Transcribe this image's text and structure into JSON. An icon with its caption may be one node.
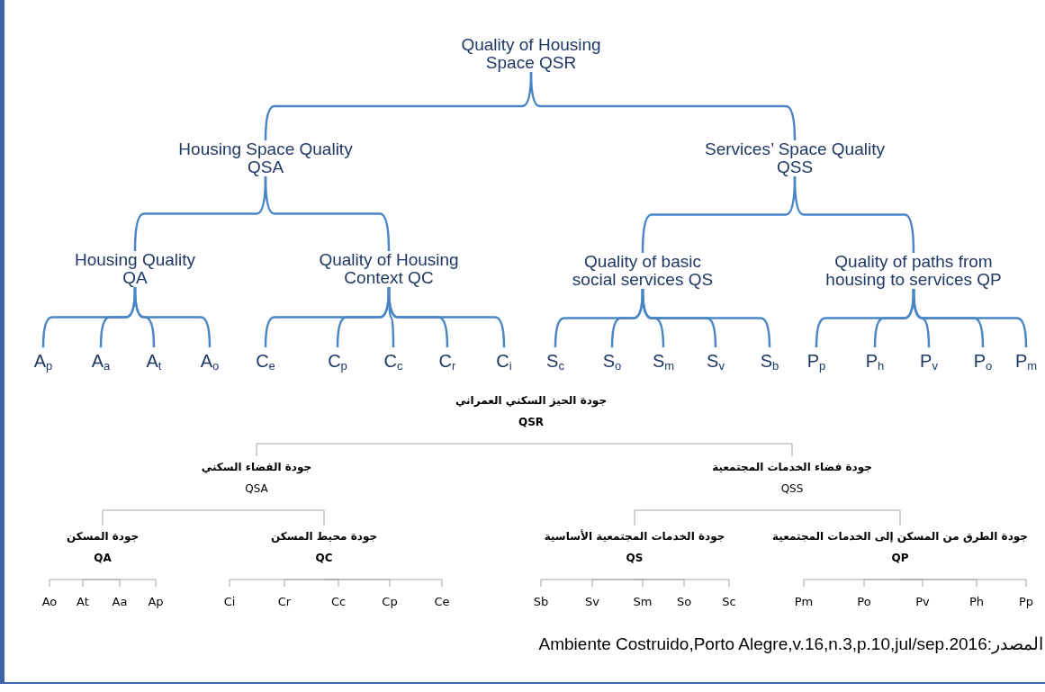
{
  "diagram": {
    "nodes": [
      {
        "text": [
          "Quality of Housing Space QSR"
        ]
      },
      {
        "text": [
          "Housing Space Quality QSA"
        ]
      },
      {
        "text": [
          "Services’ Space Quality QSS"
        ]
      },
      {
        "text": [
          "Housing Quality QA"
        ]
      },
      {
        "text": [
          "Quality of Housing Context QC"
        ]
      },
      {
        "text": [
          "Quality of basic social services QS"
        ]
      },
      {
        "text": [
          "Quality of paths from housing to services QP"
        ]
      },
      {
        "text": [
          "A$_{p}$"
        ]
      },
      {
        "text": [
          "A$_{a}$"
        ]
      },
      {
        "text": [
          "A$_{t}$"
        ]
      },
      {
        "text": [
          "A$_{o}$"
        ]
      },
      {
        "text": [
          "C$_{e}$"
        ]
      },
      {
        "text": [
          "C$_{p}$"
        ]
      },
      {
        "text": [
          "C$_{c}$"
        ]
      },
      {
        "text": [
          "C$_{r}$"
        ]
      },
      {
        "text": [
          "C$_{i}$"
        ]
      },
      {
        "text": [
          "S$_{c}$"
        ]
      },
      {
        "text": [
          "S$_{o}$"
        ]
      },
      {
        "text": [
          "S$_{m}$"
        ]
      },
      {
        "text": [
          "S$_{v}$"
        ]
      },
      {
        "text": [
          "S$_{b}$"
        ]
      },
      {
        "text": [
          "P$_{p}$"
        ]
      },
      {
        "text": [
          "P$_{h}$"
        ]
      },
      {
        "text": [
          "P$_{v}$"
        ]
      },
      {
        "text": [
          "P$_{o}$"
        ]
      },
      {
        "text": [
          "P$_{m}$"
        ]
      },
      {
        "text": [
          "جودة الحيز  السكني العمراني",
          "QSR"
        ]
      },
      {
        "text": [
          "جودة الفضاء السكني",
          "QSA"
        ]
      },
      {
        "text": [
          "جودة فضاء الخدمات المجتمعية",
          "QSS"
        ]
      },
      {
        "text": [
          "جودة المسكن",
          "QA"
        ]
      },
      {
        "text": [
          "جودة محيط المسكن",
          "QC"
        ]
      },
      {
        "text": [
          "جودة الخدمات المجتمعية الأساسية",
          "QS"
        ]
      },
      {
        "text": [
          "جودة الطرق من المسكن إلى الخدمات المجتمعية",
          "QP"
        ]
      },
      {
        "text": [
          "Ao"
        ]
      },
      {
        "text": [
          "At"
        ]
      },
      {
        "text": [
          "Aa"
        ]
      },
      {
        "text": [
          "Ap"
        ]
      },
      {
        "text": [
          "Ci"
        ]
      },
      {
        "text": [
          "Cr"
        ]
      },
      {
        "text": [
          "Cc"
        ]
      },
      {
        "text": [
          "Cp"
        ]
      },
      {
        "text": [
          "Ce"
        ]
      },
      {
        "text": [
          "Sb"
        ]
      },
      {
        "text": [
          "Sv"
        ]
      },
      {
        "text": [
          "Sm"
        ]
      },
      {
        "text": [
          "So"
        ]
      },
      {
        "text": [
          "Sc"
        ]
      },
      {
        "text": [
          "Pm"
        ]
      },
      {
        "text": [
          "Po"
        ]
      },
      {
        "text": [
          "Pv"
        ]
      },
      {
        "text": [
          "Ph"
        ]
      },
      {
        "text": [
          "Pp"
        ]
      }
    ],
    "edges": [
      {
        "from": 0,
        "to": 1,
        "arrow": "none"
      },
      {
        "from": 0,
        "to": 2,
        "arrow": "none"
      },
      {
        "from": 1,
        "to": 3,
        "arrow": "none"
      },
      {
        "from": 1,
        "to": 4,
        "arrow": "none"
      },
      {
        "from": 2,
        "to": 5,
        "arrow": "none"
      },
      {
        "from": 2,
        "to": 6,
        "arrow": "none"
      },
      {
        "from": 3,
        "to": 7,
        "arrow": "none"
      },
      {
        "from": 3,
        "to": 8,
        "arrow": "none"
      },
      {
        "from": 3,
        "to": 9,
        "arrow": "none"
      },
      {
        "from": 3,
        "to": 10,
        "arrow": "none"
      },
      {
        "from": 4,
        "to": 11,
        "arrow": "none"
      },
      {
        "from": 4,
        "to": 12,
        "arrow": "none"
      },
      {
        "from": 4,
        "to": 13,
        "arrow": "none"
      },
      {
        "from": 4,
        "to": 14,
        "arrow": "none"
      },
      {
        "from": 4,
        "to": 15,
        "arrow": "none"
      },
      {
        "from": 5,
        "to": 16,
        "arrow": "none"
      },
      {
        "from": 5,
        "to": 17,
        "arrow": "none"
      },
      {
        "from": 5,
        "to": 18,
        "arrow": "none"
      },
      {
        "from": 5,
        "to": 19,
        "arrow": "none"
      },
      {
        "from": 5,
        "to": 20,
        "arrow": "none"
      },
      {
        "from": 6,
        "to": 21,
        "arrow": "none"
      },
      {
        "from": 6,
        "to": 22,
        "arrow": "none"
      },
      {
        "from": 6,
        "to": 23,
        "arrow": "none"
      },
      {
        "from": 6,
        "to": 24,
        "arrow": "none"
      },
      {
        "from": 6,
        "to": 25,
        "arrow": "none"
      },
      {
        "from": 26,
        "to": 27,
        "arrow": "none",
        "color": "#a6a6a6"
      },
      {
        "from": 26,
        "to": 28,
        "arrow": "none",
        "color": "#a6a6a6"
      },
      {
        "from": 27,
        "to": 29,
        "arrow": "none",
        "color": "#a6a6a6"
      },
      {
        "from": 27,
        "to": 30,
        "arrow": "none",
        "color": "#a6a6a6"
      },
      {
        "from": 28,
        "to": 31,
        "arrow": "none",
        "color": "#a6a6a6"
      },
      {
        "from": 28,
        "to": 32,
        "arrow": "none",
        "color": "#a6a6a6"
      },
      {
        "from": 29,
        "to": 33,
        "arrow": "none",
        "color": "#a6a6a6"
      },
      {
        "from": 29,
        "to": 34,
        "arrow": "none",
        "color": "#a6a6a6"
      },
      {
        "from": 29,
        "to": 35,
        "arrow": "none",
        "color": "#a6a6a6"
      },
      {
        "from": 29,
        "to": 36,
        "arrow": "none",
        "color": "#a6a6a6"
      },
      {
        "from": 30,
        "to": 37,
        "arrow": "none",
        "color": "#a6a6a6"
      },
      {
        "from": 30,
        "to": 38,
        "arrow": "none",
        "color": "#a6a6a6"
      },
      {
        "from": 30,
        "to": 39,
        "arrow": "none",
        "color": "#a6a6a6"
      },
      {
        "from": 30,
        "to": 40,
        "arrow": "none",
        "color": "#a6a6a6"
      },
      {
        "from": 30,
        "to": 41,
        "arrow": "none",
        "color": "#a6a6a6"
      },
      {
        "from": 31,
        "to": 42,
        "arrow": "none",
        "color": "#a6a6a6"
      },
      {
        "from": 31,
        "to": 43,
        "arrow": "none",
        "color": "#a6a6a6"
      },
      {
        "from": 31,
        "to": 44,
        "arrow": "none",
        "color": "#a6a6a6"
      },
      {
        "from": 31,
        "to": 45,
        "arrow": "none",
        "color": "#a6a6a6"
      },
      {
        "from": 31,
        "to": 46,
        "arrow": "none",
        "color": "#a6a6a6"
      },
      {
        "from": 32,
        "to": 47,
        "arrow": "none",
        "color": "#a6a6a6"
      },
      {
        "from": 32,
        "to": 48,
        "arrow": "none",
        "color": "#a6a6a6"
      },
      {
        "from": 32,
        "to": 49,
        "arrow": "none",
        "color": "#a6a6a6"
      },
      {
        "from": 32,
        "to": 50,
        "arrow": "none",
        "color": "#a6a6a6"
      },
      {
        "from": 32,
        "to": 51,
        "arrow": "none",
        "color": "#a6a6a6"
      }
    ],
    "labels": [
      "المصدر:Ambiente Costruido,Porto Alegre,v.16,n.3,p.10,jul/sep.2016"
    ]
  }
}
